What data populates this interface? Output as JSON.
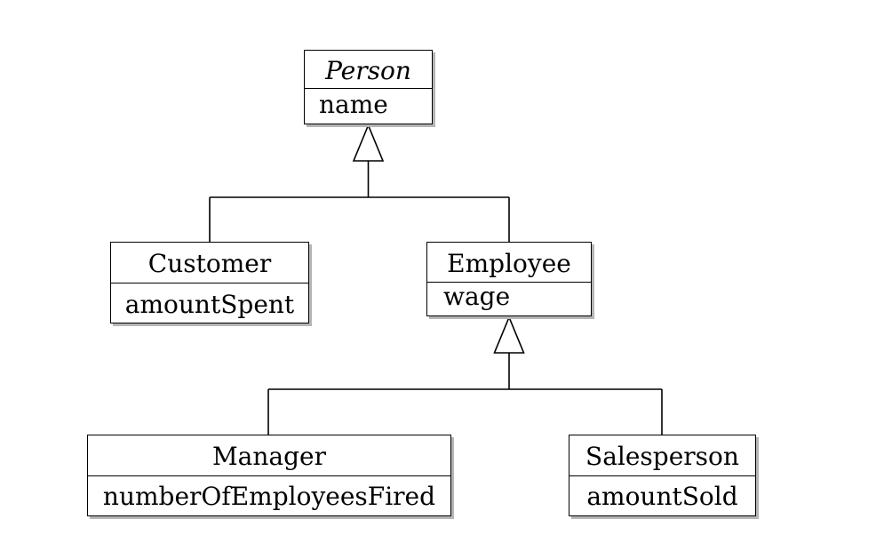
{
  "diagram": {
    "classes": [
      {
        "id": "person",
        "name": "Person",
        "abstract": true,
        "attributes": [
          "name"
        ]
      },
      {
        "id": "customer",
        "name": "Customer",
        "abstract": false,
        "attributes": [
          "amountSpent"
        ]
      },
      {
        "id": "employee",
        "name": "Employee",
        "abstract": false,
        "attributes": [
          "wage"
        ]
      },
      {
        "id": "manager",
        "name": "Manager",
        "abstract": false,
        "attributes": [
          "numberOfEmployeesFired"
        ]
      },
      {
        "id": "salesperson",
        "name": "Salesperson",
        "abstract": false,
        "attributes": [
          "amountSold"
        ]
      }
    ],
    "generalizations": [
      {
        "parent": "person",
        "children": [
          "customer",
          "employee"
        ]
      },
      {
        "parent": "employee",
        "children": [
          "manager",
          "salesperson"
        ]
      }
    ],
    "colors": {
      "line": "#000000",
      "box_fill": "#ffffff",
      "shadow": "#b5b5b5"
    }
  }
}
